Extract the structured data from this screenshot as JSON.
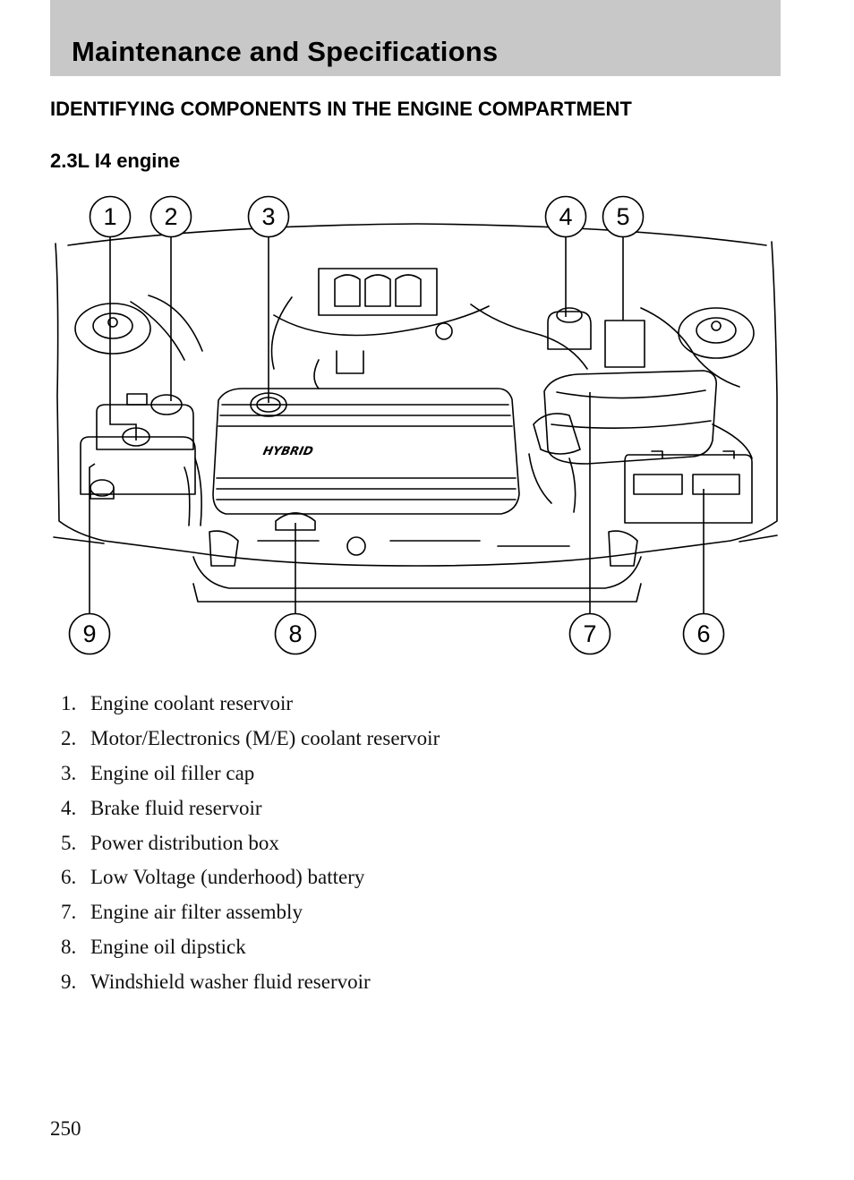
{
  "header": {
    "title": "Maintenance and Specifications"
  },
  "section_heading": "IDENTIFYING COMPONENTS IN THE ENGINE COMPARTMENT",
  "sub_heading": "2.3L I4 engine",
  "diagram": {
    "engine_cover_logo": "HYBRID",
    "callouts": [
      "1",
      "2",
      "3",
      "4",
      "5",
      "6",
      "7",
      "8",
      "9"
    ]
  },
  "legend": [
    {
      "num": "1.",
      "label": "Engine coolant reservoir"
    },
    {
      "num": "2.",
      "label": "Motor/Electronics (M/E) coolant reservoir"
    },
    {
      "num": "3.",
      "label": "Engine oil filler cap"
    },
    {
      "num": "4.",
      "label": "Brake fluid reservoir"
    },
    {
      "num": "5.",
      "label": "Power distribution box"
    },
    {
      "num": "6.",
      "label": "Low Voltage (underhood) battery"
    },
    {
      "num": "7.",
      "label": "Engine air filter assembly"
    },
    {
      "num": "8.",
      "label": "Engine oil dipstick"
    },
    {
      "num": "9.",
      "label": "Windshield washer fluid reservoir"
    }
  ],
  "page_number": "250"
}
